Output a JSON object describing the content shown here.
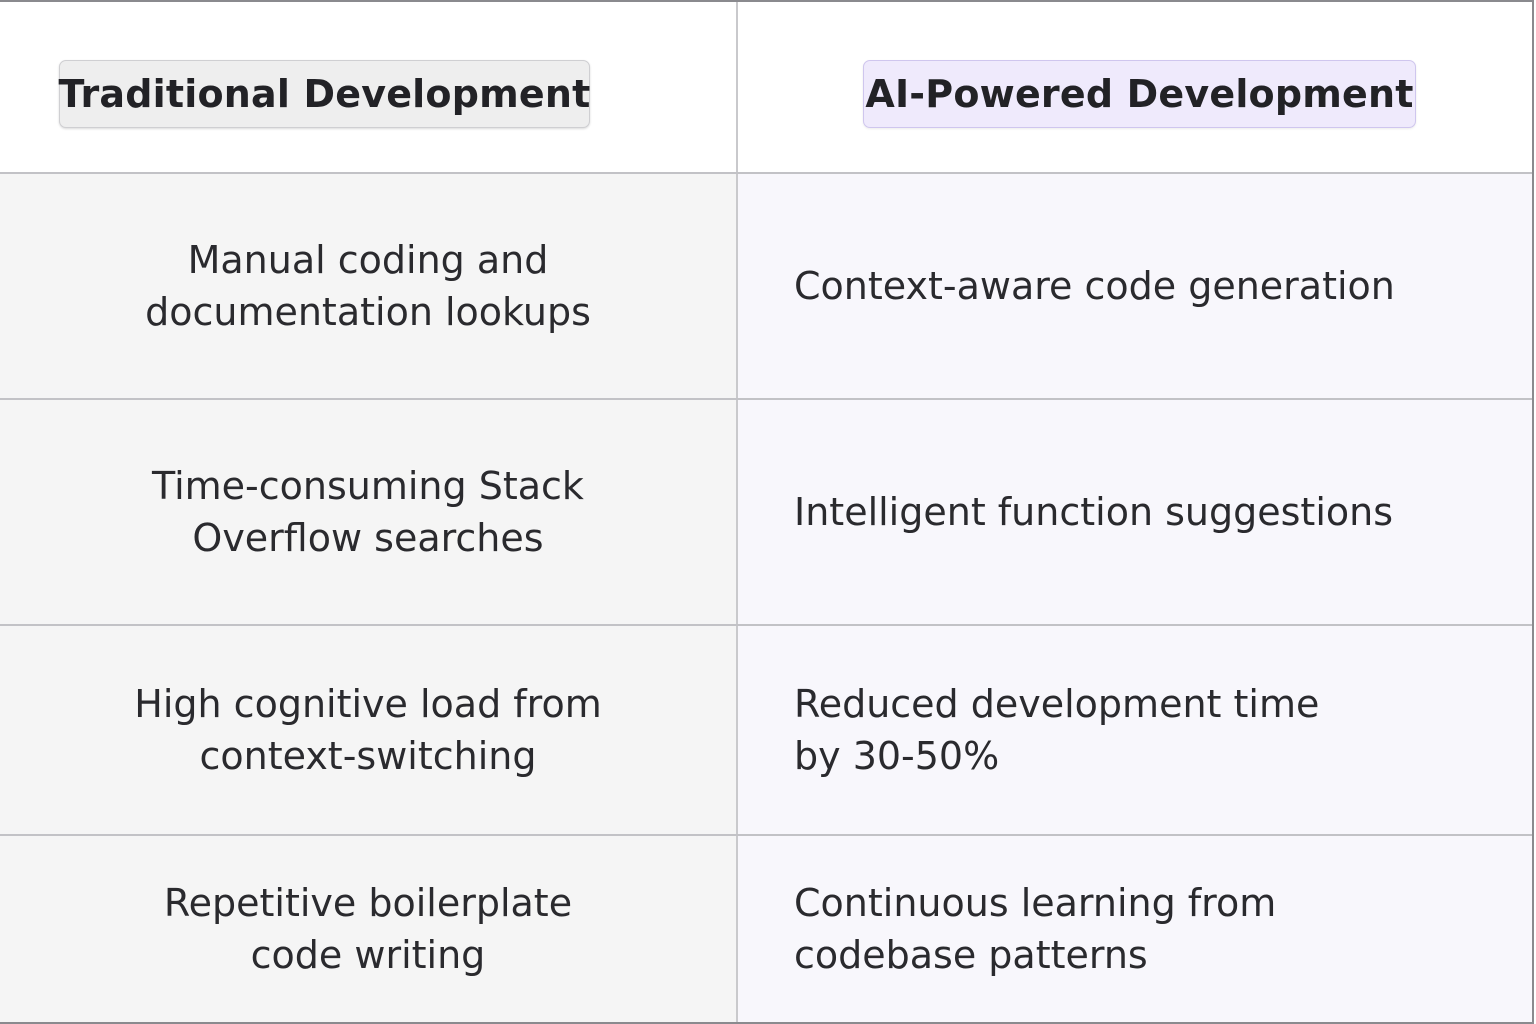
{
  "header": {
    "traditional": "Traditional Development",
    "ai": "AI-Powered Development"
  },
  "rows": [
    {
      "traditional": "Manual coding and\ndocumentation lookups",
      "ai": "Context-aware code generation"
    },
    {
      "traditional": "Time-consuming Stack\nOverflow searches",
      "ai": "Intelligent function suggestions"
    },
    {
      "traditional": "High cognitive load from\ncontext-switching",
      "ai": "Reduced development time\nby 30-50%"
    },
    {
      "traditional": "Repetitive boilerplate\ncode writing",
      "ai": "Continuous learning from\ncodebase patterns"
    }
  ],
  "colors": {
    "traditional_pill": "#eeeeee",
    "ai_pill": "#efeafc",
    "left_bg": "#f5f5f5",
    "right_bg": "#f8f7fc"
  }
}
